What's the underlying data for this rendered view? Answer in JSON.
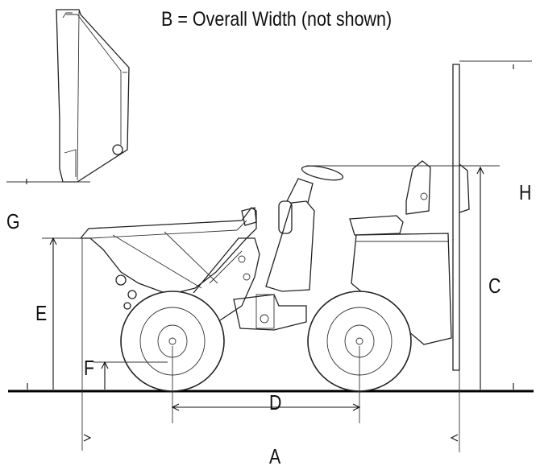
{
  "note": "B = Overall Width (not shown)",
  "labels": {
    "A": "A",
    "C": "C",
    "D": "D",
    "E": "E",
    "F": "F",
    "G": "G",
    "H": "H"
  },
  "colors": {
    "line": "#222222",
    "background": "#ffffff"
  }
}
